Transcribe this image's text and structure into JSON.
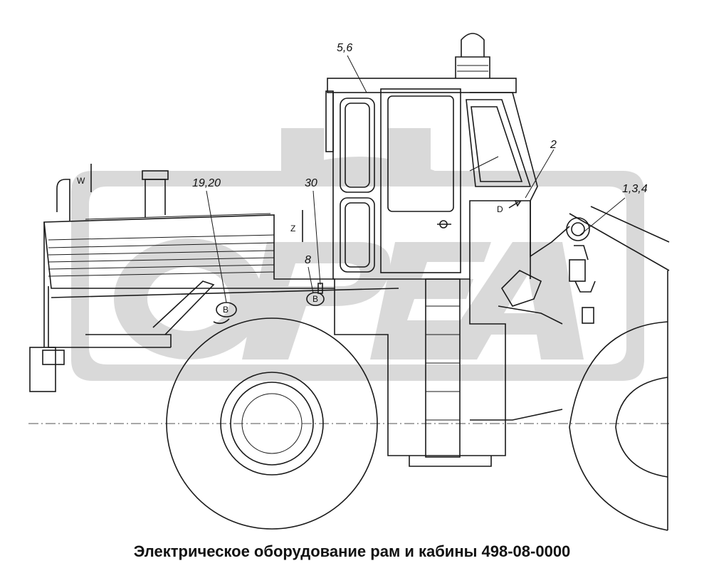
{
  "caption": "Электрическое оборудование рам и кабины 498-08-0000",
  "callouts": {
    "c_5_6": "5,6",
    "c_2": "2",
    "c_1_3_4": "1,3,4",
    "c_19_20": "19,20",
    "c_30": "30",
    "c_8": "8",
    "view_w": "W",
    "view_z": "Z",
    "view_d": "D",
    "mark_b1": "B",
    "mark_b2": "B"
  }
}
